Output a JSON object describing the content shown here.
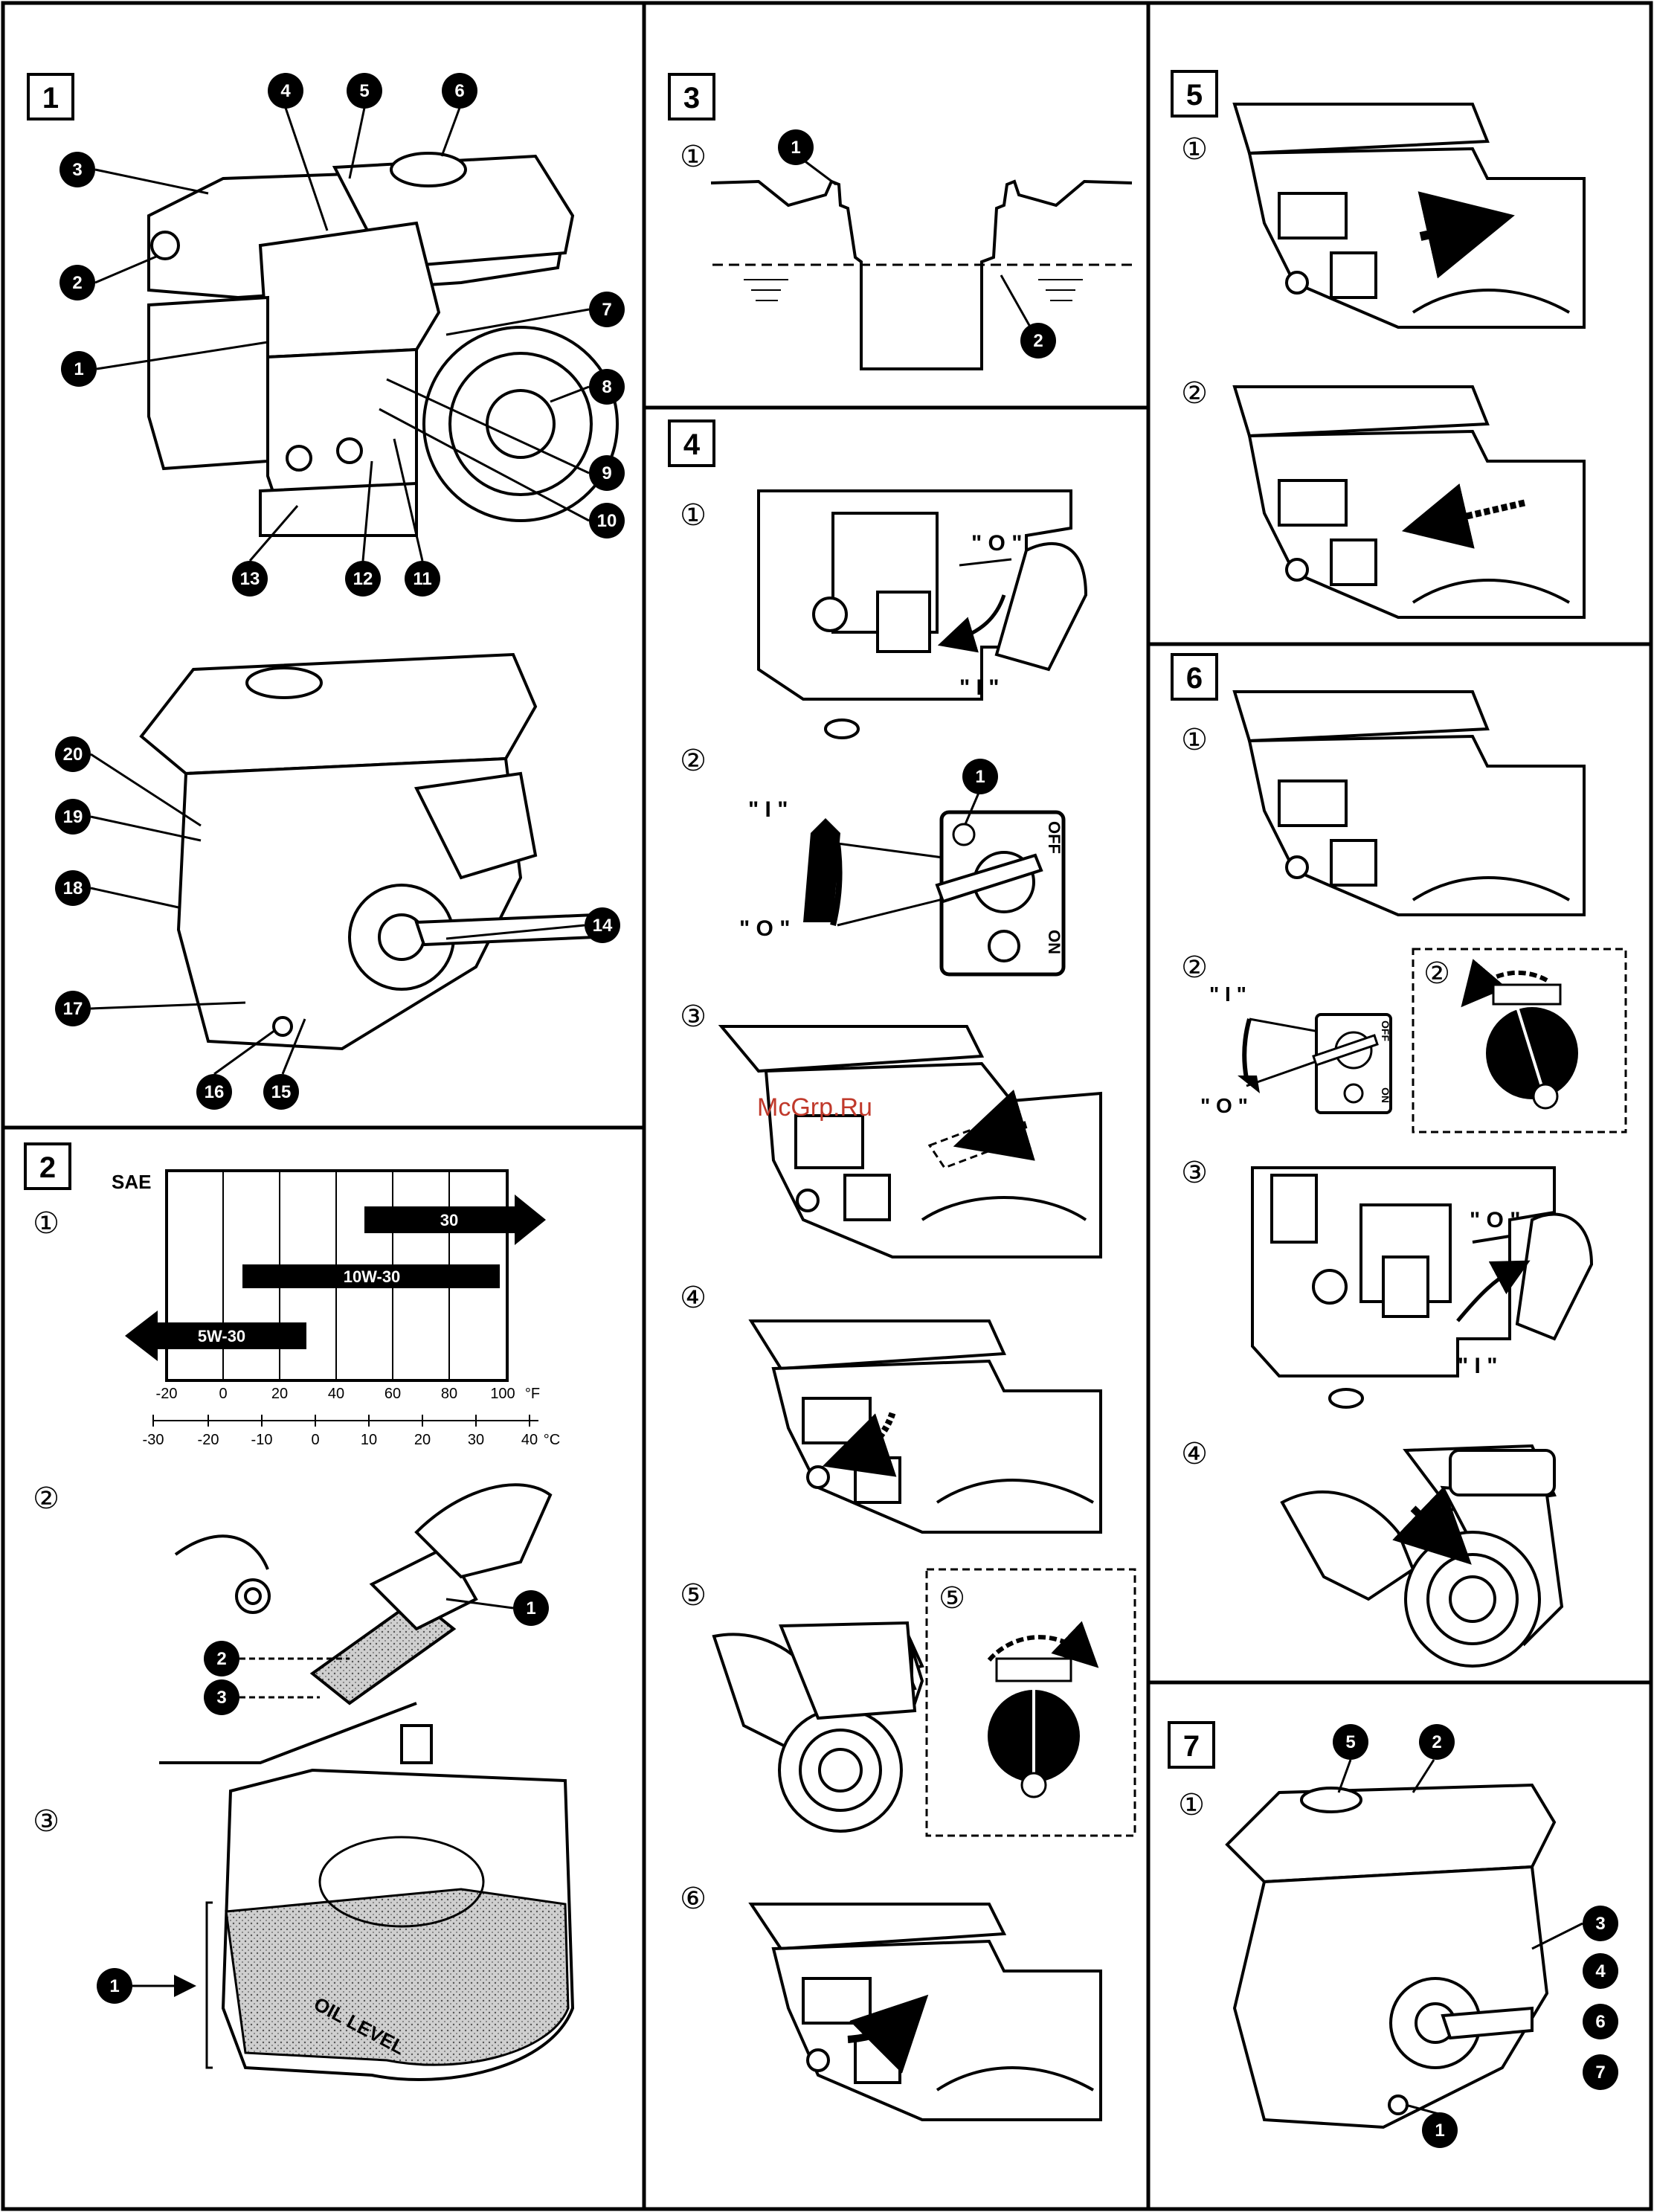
{
  "watermark": "McGrp.Ru",
  "panels": {
    "p1": {
      "label": "1",
      "callouts_top": [
        "1",
        "2",
        "3",
        "4",
        "5",
        "6",
        "7",
        "8",
        "9",
        "10",
        "11",
        "12",
        "13"
      ],
      "callouts_bottom": [
        "14",
        "15",
        "16",
        "17",
        "18",
        "19",
        "20"
      ]
    },
    "p2": {
      "label": "2",
      "sub1": "①",
      "sub2": "②",
      "sub3": "③",
      "sae": "SAE",
      "oil_grades": [
        "30",
        "10W-30",
        "5W-30"
      ],
      "f_ticks": [
        "-20",
        "0",
        "20",
        "40",
        "60",
        "80",
        "100"
      ],
      "f_unit": "°F",
      "c_ticks": [
        "-30",
        "-20",
        "-10",
        "0",
        "10",
        "20",
        "30",
        "40"
      ],
      "c_unit": "°C",
      "callouts_dipstick": [
        "1",
        "2",
        "3"
      ],
      "callout_oil": "1",
      "oil_level_text": "OIL LEVEL"
    },
    "p3": {
      "label": "3",
      "sub1": "①",
      "callouts": [
        "1",
        "2"
      ]
    },
    "p4": {
      "label": "4",
      "subs": [
        "①",
        "②",
        "③",
        "④",
        "⑤",
        "⑥"
      ],
      "o_mark": "\" O \"",
      "i_mark": "\" I \"",
      "switch_off": "OFF",
      "switch_on": "ON",
      "callout": "1",
      "inset_label": "⑤"
    },
    "p5": {
      "label": "5",
      "subs": [
        "①",
        "②"
      ]
    },
    "p6": {
      "label": "6",
      "subs": [
        "①",
        "②",
        "③",
        "④"
      ],
      "o_mark": "\" O \"",
      "i_mark": "\" I \"",
      "switch_off": "OFF",
      "switch_on": "ON",
      "inset_label": "②"
    },
    "p7": {
      "label": "7",
      "sub1": "①",
      "callouts": [
        "5",
        "2",
        "3",
        "4",
        "6",
        "7",
        "1"
      ]
    }
  }
}
